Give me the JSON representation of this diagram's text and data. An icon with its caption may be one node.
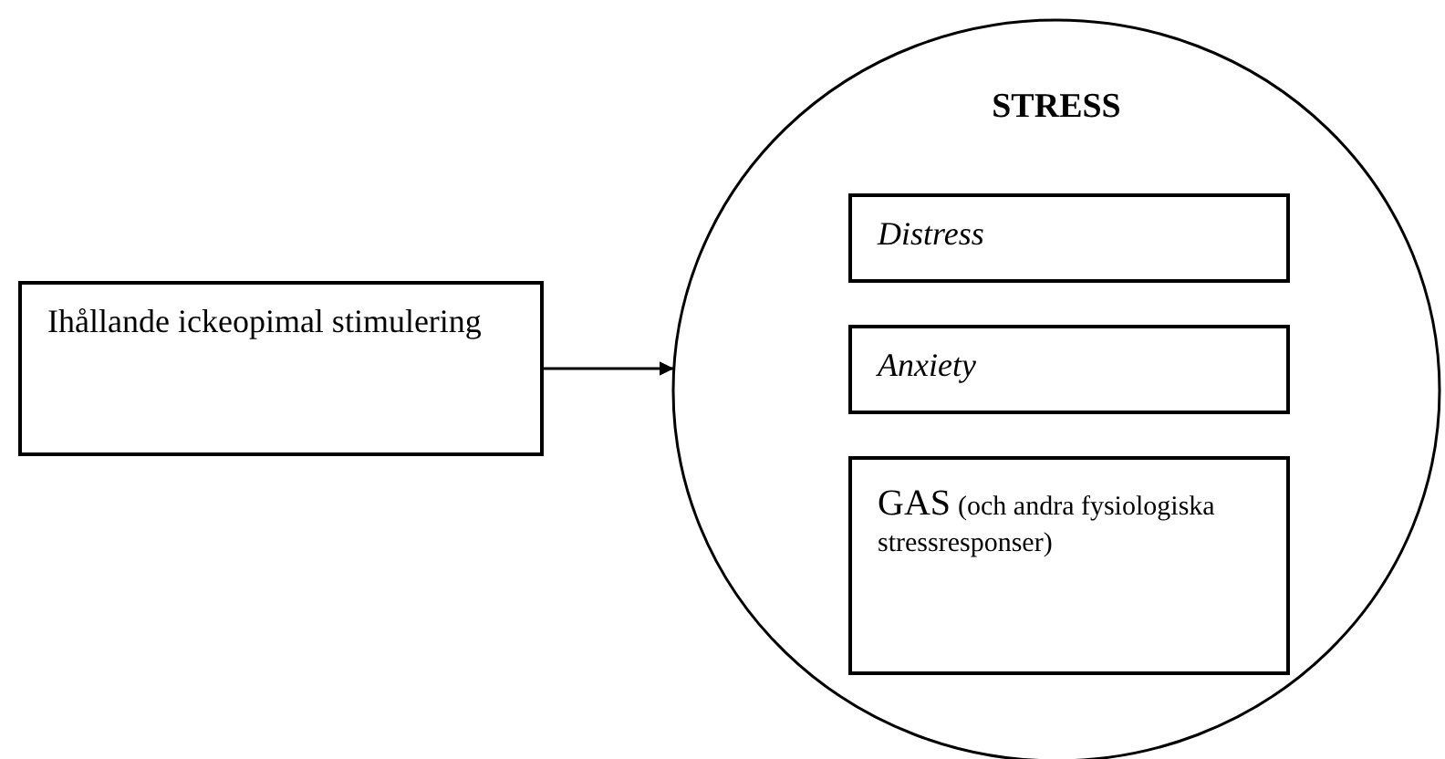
{
  "diagram": {
    "nodes": [
      {
        "text": [
          "Ihållande ickeopimal stimulering"
        ]
      },
      {
        "text": [
          "STRESS"
        ]
      },
      {
        "text": [
          "Distress"
        ],
        "in": 1
      },
      {
        "text": [
          "Anxiety"
        ],
        "in": 1
      },
      {
        "text": [
          "GAS",
          "(och andra fysiologiska stressresponser)"
        ],
        "in": 1
      }
    ],
    "edges": [
      {
        "from": 0,
        "to": 1,
        "arrow": "to"
      }
    ]
  }
}
